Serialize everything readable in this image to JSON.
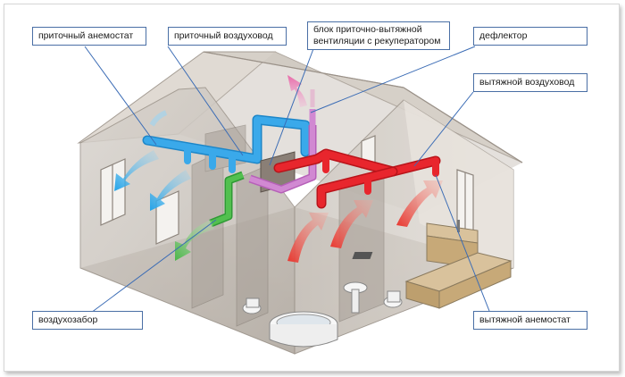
{
  "labels": {
    "supply_anemostat": "приточный анемостат",
    "supply_duct": "приточный воздуховод",
    "unit_line1": "блок приточно-вытяжной",
    "unit_line2": "вентиляции с рекуператором",
    "deflector": "дефлектор",
    "exhaust_duct": "вытяжной воздуховод",
    "air_intake": "воздухозабор",
    "exhaust_anemostat": "вытяжной анемостат"
  },
  "colors": {
    "supply_duct": "#2f9fe0",
    "exhaust_duct": "#e0242a",
    "intake_duct": "#4cb848",
    "unit_duct": "#c676c8",
    "label_border": "#4a6fa5",
    "leader_line": "#3b6cb5",
    "house_wall": "#c9c3bb",
    "roof": "#d9d3cc"
  }
}
